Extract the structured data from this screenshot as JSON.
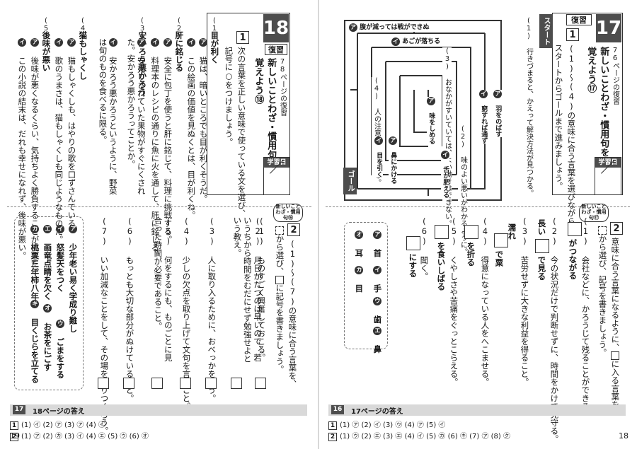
{
  "left": {
    "lesson_number": "18",
    "ref_badge": "復習",
    "title_lines": [
      "78ページの復習",
      "新しいことわざ・慣用句を",
      "覚えよう⑱"
    ],
    "study_day_label": "学習日",
    "section1": {
      "number": "1",
      "instruction": [
        "次の言葉を正しい意味で使っている文を選び、",
        "記号に○をつけましょう。"
      ],
      "questions": [
        {
          "num": "(1)",
          "word": "目が利く",
          "a": "猫は、暗いところでも目が利くそうだ。",
          "b": "この絵画の価値を見ぬくとは、目が利くね。"
        },
        {
          "num": "(2)",
          "word": "肝に銘じる",
          "a": "安全に包丁を使うと肝に銘じて、料理に挑戦する。",
          "b": "料理本のレシピの通りに魚に火を通して、肝に銘じる。"
        },
        {
          "num": "(3)",
          "word": "安かろう悪かろう",
          "a": "安売りされていた果物がすぐにくされた。安かろう悪かろうってことか。",
          "b": "安かろう悪かろうというように、野菜は旬のものを食べるに限る。"
        },
        {
          "num": "(4)",
          "word": "猫もしゃくし",
          "a": "猫もしゃくしも、はやりの歌を口ずさんでいる。",
          "b": "歌のうまさは、猫もしゃくしも同じようなものだ。"
        },
        {
          "num": "(5)",
          "word": "後味が悪い",
          "a": "後味が悪くなるくらい、気持ちよく勝負することができた。",
          "b": "この小説の結末は、だれも幸せになれず、後味が悪い。"
        }
      ]
    },
    "section2": {
      "number": "2",
      "tag": "新しいことわざ・慣用句⑯",
      "instruction": [
        "(1)〜(7)の意味に合う言葉を、",
        "から選び、",
        "に記号を書きましょう。"
      ],
      "questions": [
        {
          "num": "(1)",
          "text": "ものすごく興奮しておこる。"
        },
        {
          "num": "(2)",
          "text": "月日がたつのは早いので、若いうちから時間をむだにせず勉強せよという教え。"
        },
        {
          "num": "(3)",
          "text": "人に取り入るために、おべっかを使う。"
        },
        {
          "num": "(4)",
          "text": "少しの欠点を取り上げて文句を言うこと。"
        },
        {
          "num": "(5)",
          "text": "何をするにも、ものごとに見合った時間が必要であること。"
        },
        {
          "num": "(6)",
          "text": "もっとも大切な部分がぬけていること。"
        },
        {
          "num": "(7)",
          "text": "いい加減なことをして、その場を取りつくろう。"
        }
      ],
      "choices": [
        {
          "key": "ア",
          "text": "少年老い易く学成り難し"
        },
        {
          "key": "イ",
          "text": "怒髪天をつく"
        },
        {
          "key": "ウ",
          "text": "ごまをする"
        },
        {
          "key": "エ",
          "text": "画竜点睛を欠く"
        },
        {
          "key": "オ",
          "text": "お茶をにごす"
        },
        {
          "key": "カ",
          "text": "桃栗三年柿八年"
        },
        {
          "key": "キ",
          "text": "目くじらを立てる"
        }
      ]
    },
    "footer": {
      "num": "17",
      "title": "18ページの答え",
      "line1_q": "1",
      "line1": "(1) ㋑ (2) ㋐ (3) ㋐ (4) ㋑",
      "line2_q": "2",
      "line2": "(1) ㋐ (2) ㋕ (3) ㋑ (4) ㋓ (5) ㋒ (6) ㋔",
      "page": "19"
    }
  },
  "right": {
    "lesson_number": "17",
    "ref_badge": "復習",
    "title_lines": [
      "76ページの復習",
      "新しいことわざ・慣用句を",
      "覚えよう⑰"
    ],
    "study_day_label": "学習日",
    "section1": {
      "number": "1",
      "instruction": [
        "(1)〜(4)の意味に合う言葉を選びながら、",
        "スタートからゴールまで進みましょう。"
      ],
      "start": "スタート",
      "goal": "ゴール",
      "q1": {
        "num": "(1)",
        "text": "行きづまると、かえって解決方法が見つかる。"
      },
      "q2": {
        "num": "(2)",
        "text": "味のよい悪いがわかるように。"
      },
      "q3": {
        "num": "(3)",
        "text": "おなかがすいていては、よい働きはできない。"
      },
      "q4": {
        "num": "(4)",
        "text": "人の注意を引きつける。"
      },
      "opts": {
        "a1": "羽をのばす",
        "b1": "窮すれば通ず",
        "a2": "味をしめる",
        "b2": "舌が肥える",
        "a3": "腹が減っては戦ができぬ",
        "b3": "あごが落ちる",
        "a4": "鼻にかける",
        "b4": "目を引く"
      }
    },
    "section2": {
      "number": "2",
      "tag": "新しいことわざ・慣用句⑰",
      "instruction": [
        "意味に合う言葉になるように、",
        "に入る言葉を",
        "から選び、記号を書きましょう。"
      ],
      "questions": [
        {
          "num": "(1)",
          "text": "会社などに、かろうじて残ることができる。",
          "ans": "がつながる"
        },
        {
          "num": "(2)",
          "text": "今の状況だけで判断せずに、時間をかけて見守る。",
          "pre": "長い",
          "ans": "で見る"
        },
        {
          "num": "(3)",
          "text": "苦労せずに大きな利益を得ること。",
          "pre": "濡れ",
          "ans": "で粟"
        },
        {
          "num": "(4)",
          "text": "得意になっている人をへこませる。",
          "ans": "を折る"
        },
        {
          "num": "(5)",
          "text": "くやしさや苦痛をぐっとこらえる。",
          "ans": "を食いしばる"
        },
        {
          "num": "(6)",
          "text": "聞く。",
          "ans": "にする"
        }
      ],
      "choices": [
        {
          "key": "ア",
          "text": "首"
        },
        {
          "key": "イ",
          "text": "手"
        },
        {
          "key": "ウ",
          "text": "歯"
        },
        {
          "key": "エ",
          "text": "鼻"
        },
        {
          "key": "オ",
          "text": "耳"
        },
        {
          "key": "カ",
          "text": "目"
        }
      ]
    },
    "footer": {
      "num": "16",
      "title": "17ページの答え",
      "line1_q": "1",
      "line1": "(1) ㋐ (2) ㋑ (3) ㋒ (4) ㋐ (5) ㋑",
      "line2_q": "2",
      "line2": "(1) ㋒ (2) ㋓ (3) ㋓ (4) ㋑ (5) ㋕ (6) ㋖ (7) ㋐ (8) ㋗",
      "page": "18"
    }
  }
}
